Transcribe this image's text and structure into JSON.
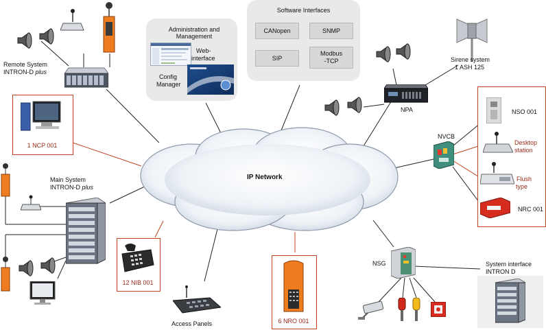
{
  "cloud": {
    "label": "IP Network"
  },
  "software_interfaces": {
    "title": "Software Interfaces",
    "protocols": [
      "CANopen",
      "SNMP",
      "SIP",
      "Modbus\n-TCP"
    ]
  },
  "admin": {
    "title_line1": "Administration and",
    "title_line2": "Management",
    "web_line1": "Web-",
    "web_line2": "interface",
    "config_line1": "Config",
    "config_line2": "Manager"
  },
  "remote_system": {
    "line1": "Remote System",
    "line2_prefix": "INTRON-D ",
    "line2_italic": "plus"
  },
  "main_system": {
    "line1": "Main System",
    "line2_prefix": "INTRON-D ",
    "line2_italic": "plus"
  },
  "ncp": {
    "label": "1 NCP 001"
  },
  "nib": {
    "label": "12 NIB 001"
  },
  "nro": {
    "label": "6 NRO 001"
  },
  "access_panels": {
    "label": "Access   Panels"
  },
  "sirene": {
    "line1": "Sirene system",
    "line2": "1 ASH 125"
  },
  "npa": {
    "label": "NPA"
  },
  "nvcb": {
    "label": "NVCB"
  },
  "nso": {
    "label": "NSO 001"
  },
  "desktop_station": {
    "line1": "Desktop",
    "line2": "station"
  },
  "flush_type": {
    "line1": "Flush",
    "line2": "type"
  },
  "nrc": {
    "label": "NRC 001"
  },
  "nsg": {
    "label": "NSG"
  },
  "system_interface": {
    "line1": "System interface",
    "line2": "INTRON D"
  },
  "colors": {
    "accent_red": "#c0441f",
    "label_red": "#9b2a1a",
    "panel_gray": "#e9e9e9"
  }
}
